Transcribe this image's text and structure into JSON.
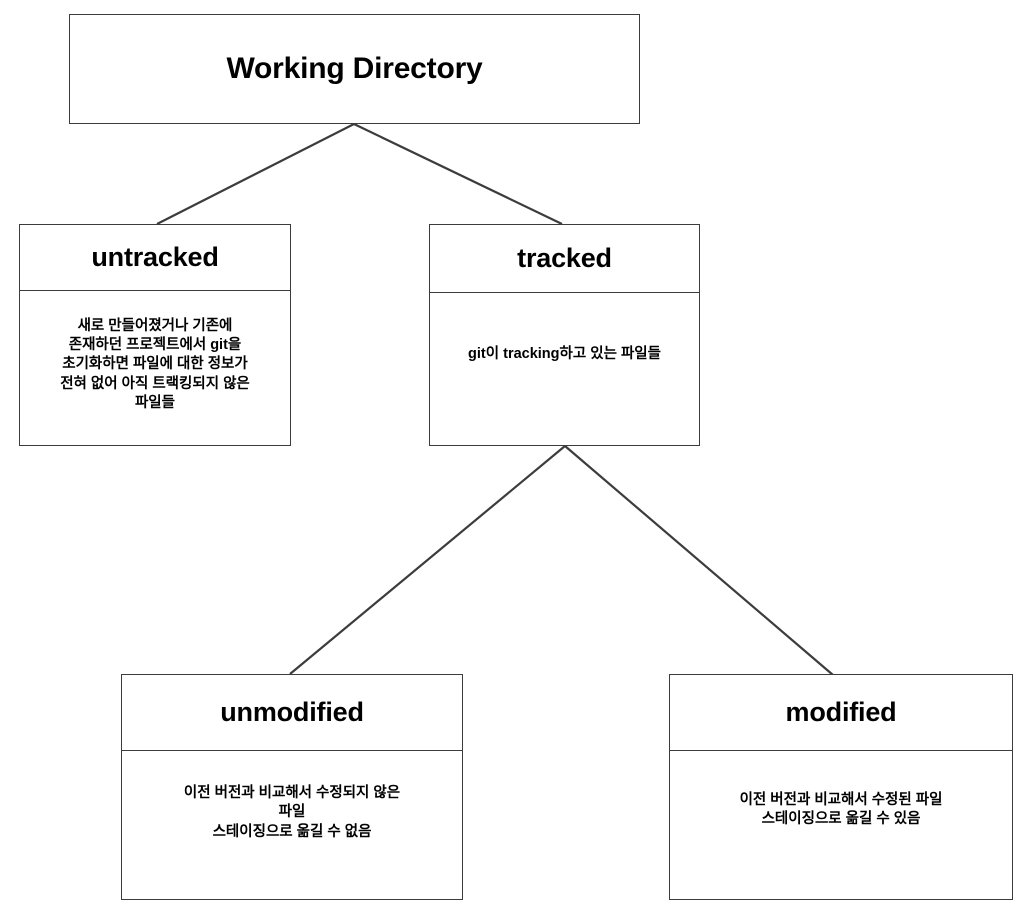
{
  "diagram": {
    "type": "tree",
    "title_node": "working_directory",
    "background_color": "#ffffff",
    "border_color": "#3c3c3c",
    "text_color": "#000000",
    "nodes": {
      "working_directory": {
        "title": "Working Directory",
        "body": ""
      },
      "untracked": {
        "title": "untracked",
        "body": "새로 만들어졌거나 기존에\n존재하던 프로젝트에서 git을\n초기화하면 파일에 대한 정보가\n전혀 없어 아직 트랙킹되지 않은\n파일들"
      },
      "tracked": {
        "title": "tracked",
        "body": "git이 tracking하고 있는 파일들"
      },
      "unmodified": {
        "title": "unmodified",
        "body": "이전 버전과 비교해서 수정되지 않은\n파일\n스테이징으로 옮길 수 없음"
      },
      "modified": {
        "title": "modified",
        "body": "이전 버전과 비교해서 수정된 파일\n스테이징으로 옮길 수 있음"
      }
    },
    "edges": [
      {
        "from": "working_directory",
        "to": "untracked"
      },
      {
        "from": "working_directory",
        "to": "tracked"
      },
      {
        "from": "tracked",
        "to": "unmodified"
      },
      {
        "from": "tracked",
        "to": "modified"
      }
    ]
  }
}
